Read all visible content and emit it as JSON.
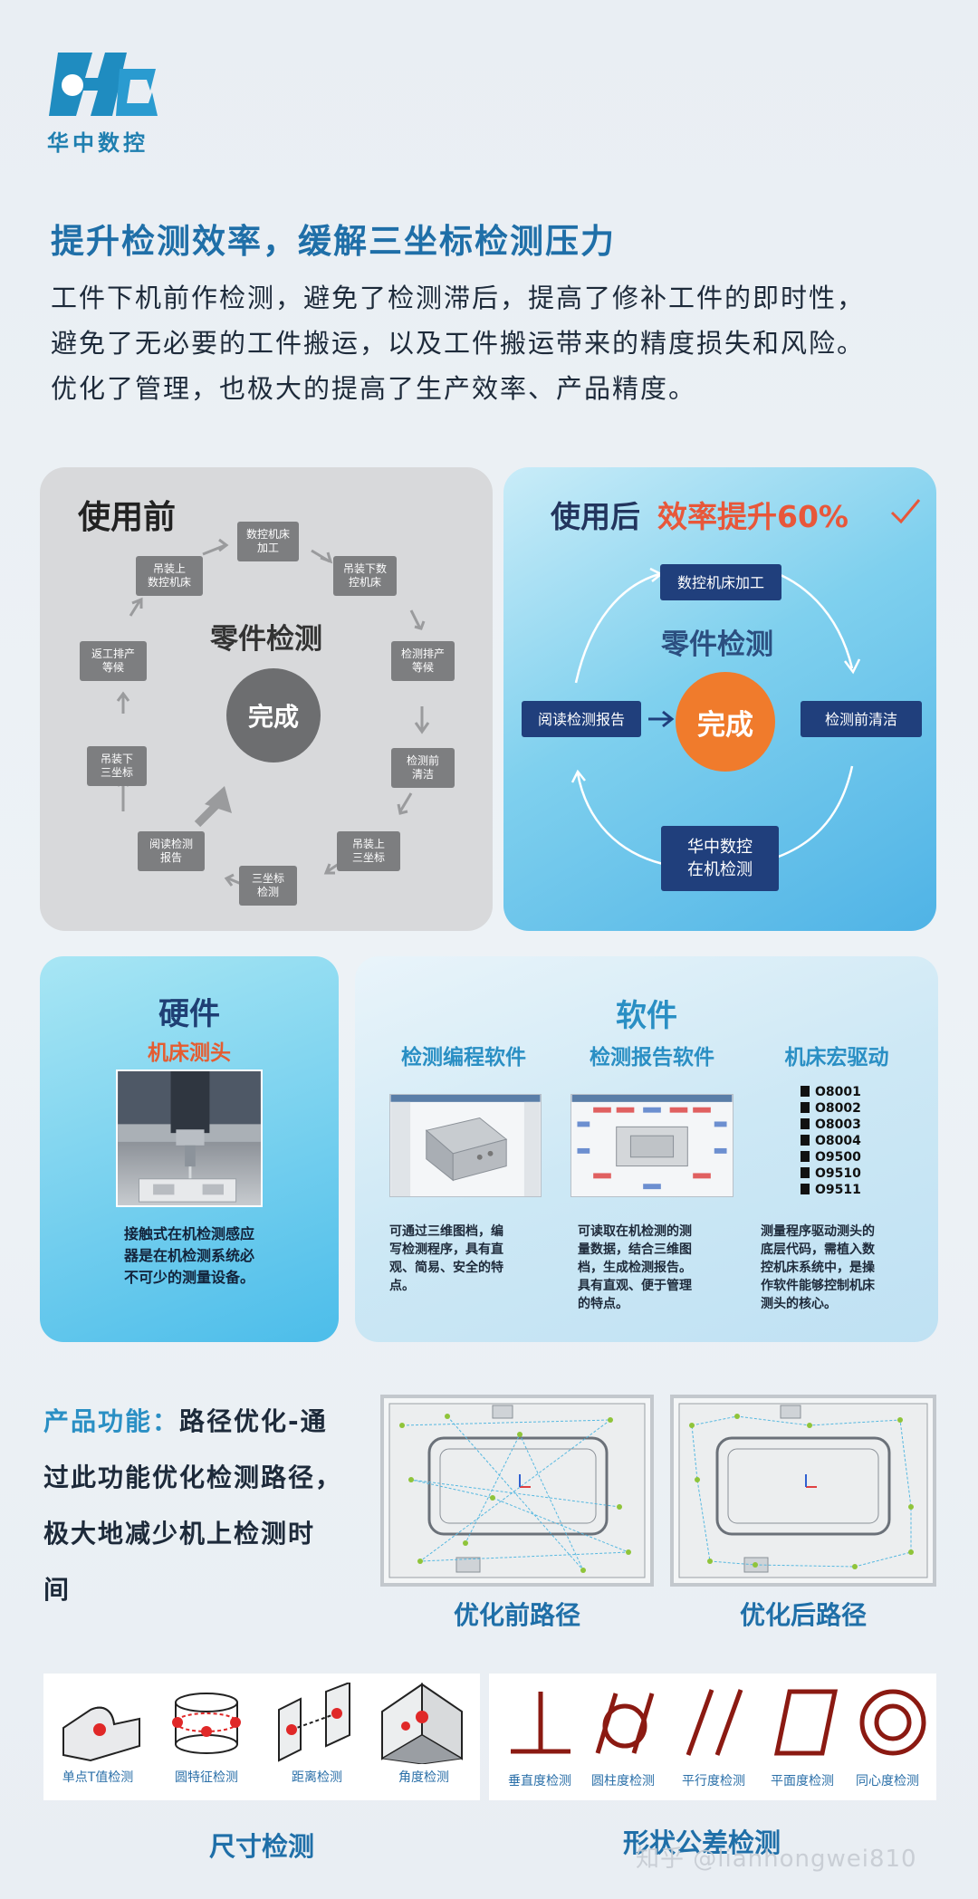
{
  "brand": {
    "logo_text": "华中数控",
    "accent": "#1f6fa8",
    "orange": "#f07b2c",
    "navy": "#203f7c"
  },
  "headline": "提升检测效率，缓解三坐标检测压力",
  "intro": [
    "工件下机前作检测，避免了检测滞后，提高了修补工件的即时性，",
    "避免了无必要的工件搬运，以及工件搬运带来的精度损失和风险。",
    "优化了管理，也极大的提高了生产效率、产品精度。"
  ],
  "before": {
    "title": "使用前",
    "center_label": "零件检测",
    "done": "完成",
    "steps": [
      "数控机床\n加工",
      "吊装下数\n控机床",
      "检测排产\n等候",
      "检测前\n清洁",
      "吊装上\n三坐标",
      "三坐标\n检测",
      "阅读检测\n报告",
      "吊装下\n三坐标",
      "返工排产\n等候",
      "吊装上\n数控机床"
    ]
  },
  "after": {
    "title_main": "使用后",
    "title_highlight": "效率提升60%",
    "center_label": "零件检测",
    "done": "完成",
    "steps": [
      "数控机床加工",
      "检测前清洁",
      "华中数控\n在机检测",
      "阅读检测报告"
    ]
  },
  "hardware": {
    "title": "硬件",
    "subtitle": "机床测头",
    "desc": [
      "接触式在机检测感应",
      "器是在机检测系统必",
      "不可少的测量设备。"
    ]
  },
  "software": {
    "title": "软件",
    "columns": [
      {
        "title": "检测编程软件",
        "desc": [
          "可通过三维图档，编",
          "写检测程序，具有直",
          "观、简易、安全的特",
          "点。"
        ]
      },
      {
        "title": "检测报告软件",
        "desc": [
          "可读取在机检测的测",
          "量数据，结合三维图",
          "档，生成检测报告。",
          "具有直观、便于管理",
          "的特点。"
        ]
      },
      {
        "title": "机床宏驱动",
        "desc": [
          "测量程序驱动测头的",
          "底层代码，需植入数",
          "控机床系统中，是操",
          "作软件能够控制机床",
          "测头的核心。"
        ]
      }
    ],
    "macros": [
      "O8001",
      "O8002",
      "O8003",
      "O8004",
      "O9500",
      "O9510",
      "O9511"
    ]
  },
  "feature": {
    "label": "产品功能：",
    "lines": [
      "路径优化-通",
      "过此功能优化检测路径，",
      "极大地减少机上检测时",
      "间"
    ],
    "before_caption": "优化前路径",
    "after_caption": "优化后路径"
  },
  "dimension": {
    "caption": "尺寸检测",
    "items": [
      "单点T值检测",
      "圆特征检测",
      "距离检测",
      "角度检测"
    ]
  },
  "tolerance": {
    "caption": "形状公差检测",
    "items": [
      "垂直度检测",
      "圆柱度检测",
      "平行度检测",
      "平面度检测",
      "同心度检测"
    ]
  },
  "watermark": "知乎 @lianhongwei810"
}
